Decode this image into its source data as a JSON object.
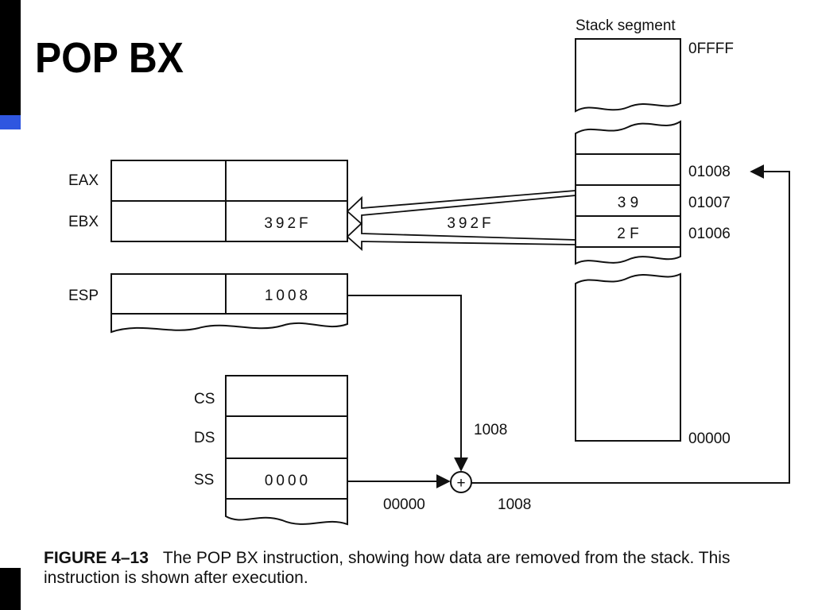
{
  "slide": {
    "title": "POP BX"
  },
  "diagram": {
    "registers": {
      "eax": {
        "label": "EAX",
        "value": ""
      },
      "ebx": {
        "label": "EBX",
        "value": "392F"
      },
      "esp": {
        "label": "ESP",
        "value": "1008"
      }
    },
    "segments": {
      "cs": {
        "label": "CS",
        "value": ""
      },
      "ds": {
        "label": "DS",
        "value": ""
      },
      "ss": {
        "label": "SS",
        "value": "0000"
      }
    },
    "stack": {
      "title": "Stack segment",
      "addresses": {
        "top": "0FFFF",
        "a01008": "01008",
        "a01007": "01007",
        "a01006": "01006",
        "bottom": "00000"
      },
      "cells": {
        "c01007": "3 9",
        "c01006": "2 F"
      }
    },
    "flow": {
      "popped_value": "392F",
      "esp_to_adder": "1008",
      "ss_to_adder": "00000",
      "adder_output": "1008",
      "adder_symbol": "+"
    }
  },
  "caption": {
    "figure_label": "FIGURE 4–13",
    "text": "The POP BX instruction, showing how data are removed from the stack. This instruction is shown after execution."
  }
}
